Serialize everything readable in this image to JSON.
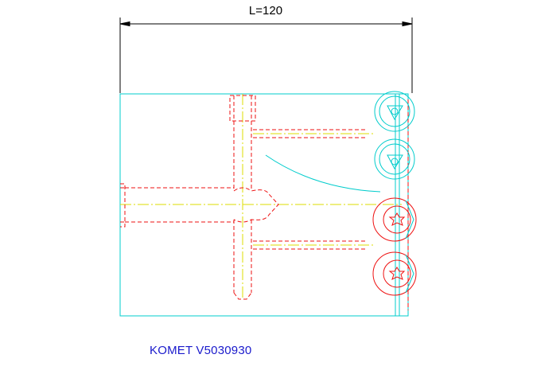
{
  "dimension": {
    "label": "L=120"
  },
  "title": {
    "text": "KOMET V5030930"
  },
  "colors": {
    "outline": "#00cccc",
    "hidden": "#ee1111",
    "center": "#dddd00",
    "dimension": "#000000",
    "title": "#1a1acc"
  },
  "icons": {
    "insert": "circle-with-triangle",
    "screw": "torx-star"
  }
}
